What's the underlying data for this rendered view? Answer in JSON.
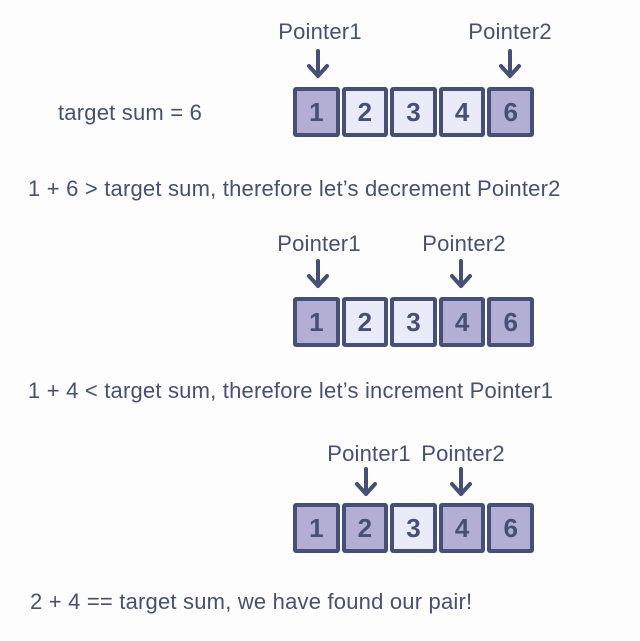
{
  "colors": {
    "ink": "#454f78",
    "cell_highlight": "#b3aed3",
    "cell_normal": "#e9ebf8",
    "background": "#fdfdfd"
  },
  "target_label": "target sum = 6",
  "steps": [
    {
      "pointer1": {
        "label": "Pointer1"
      },
      "pointer2": {
        "label": "Pointer2"
      },
      "cells": [
        {
          "value": "1",
          "highlighted": true
        },
        {
          "value": "2",
          "highlighted": false
        },
        {
          "value": "3",
          "highlighted": false
        },
        {
          "value": "4",
          "highlighted": false
        },
        {
          "value": "6",
          "highlighted": true
        }
      ],
      "caption": "1 + 6 > target sum, therefore let’s decrement Pointer2"
    },
    {
      "pointer1": {
        "label": "Pointer1"
      },
      "pointer2": {
        "label": "Pointer2"
      },
      "cells": [
        {
          "value": "1",
          "highlighted": true
        },
        {
          "value": "2",
          "highlighted": false
        },
        {
          "value": "3",
          "highlighted": false
        },
        {
          "value": "4",
          "highlighted": true
        },
        {
          "value": "6",
          "highlighted": true
        }
      ],
      "caption": "1 + 4 < target sum, therefore let’s increment Pointer1"
    },
    {
      "pointer1": {
        "label": "Pointer1"
      },
      "pointer2": {
        "label": "Pointer2"
      },
      "cells": [
        {
          "value": "1",
          "highlighted": true
        },
        {
          "value": "2",
          "highlighted": true
        },
        {
          "value": "3",
          "highlighted": false
        },
        {
          "value": "4",
          "highlighted": true
        },
        {
          "value": "6",
          "highlighted": true
        }
      ],
      "caption": "2 + 4 == target sum, we have found our pair!"
    }
  ]
}
